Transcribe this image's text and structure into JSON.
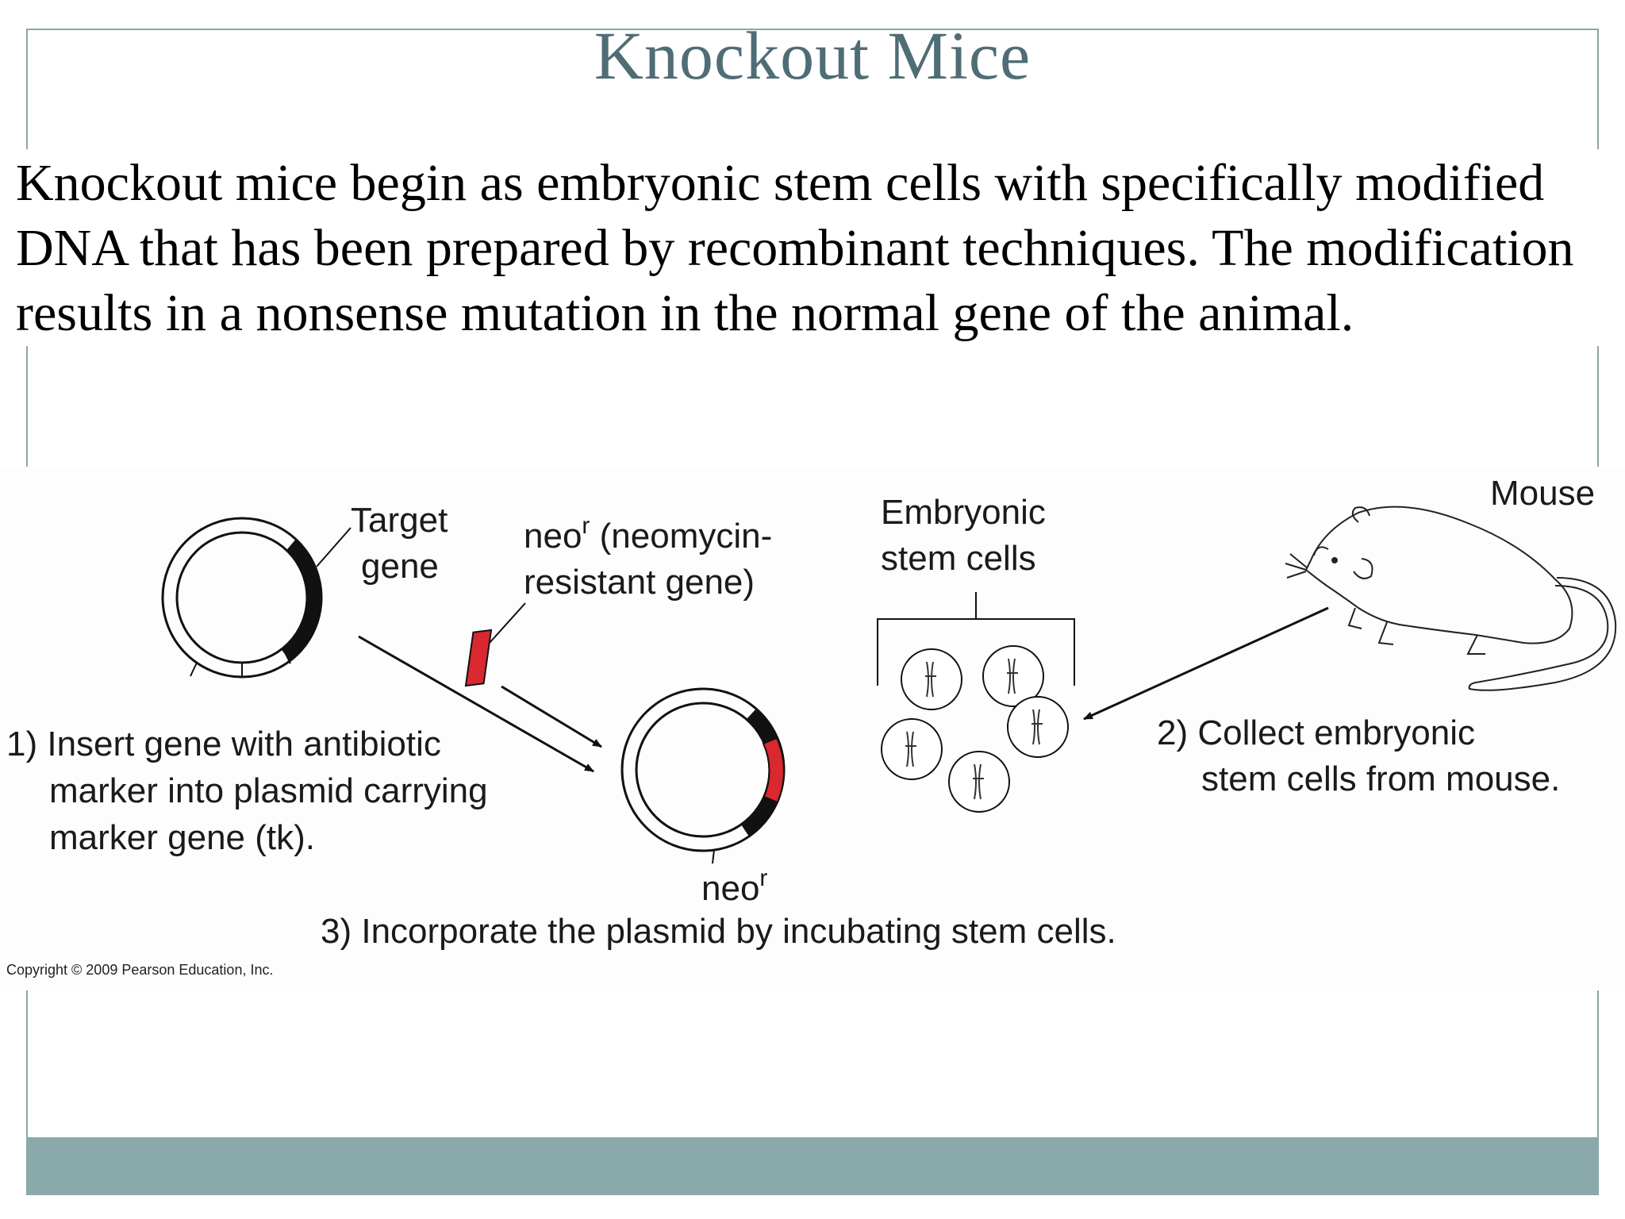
{
  "slide": {
    "title": "Knockout Mice",
    "body": "Knockout mice begin as embryonic stem cells with specifically modified DNA that has been prepared by recombinant techniques.  The modification results in a nonsense mutation in the normal gene of the animal."
  },
  "figure": {
    "target_gene_line1": "Target",
    "target_gene_line2": "gene",
    "neo_label_main": "neo",
    "neo_label_sup": "r",
    "neo_label_rest": " (neomycin-",
    "neo_label_line2": "resistant gene)",
    "embryonic_line1": "Embryonic",
    "embryonic_line2": "stem cells",
    "mouse_label": "Mouse",
    "step1_line1": "1) Insert gene with antibiotic",
    "step1_line2": "marker into plasmid carrying",
    "step1_line3": "marker gene (tk).",
    "step2_line1": "2) Collect embryonic",
    "step2_line2": "stem cells from mouse.",
    "neo_plasmid_main": "neo",
    "neo_plasmid_sup": "r",
    "step3": "3) Incorporate the plasmid by incubating stem cells.",
    "copyright": "Copyright © 2009 Pearson Education, Inc."
  },
  "colors": {
    "title": "#4f6d75",
    "frame": "#8aa8a8",
    "footer_bar": "#8aa9ab",
    "neo_gene": "#d9282f"
  }
}
